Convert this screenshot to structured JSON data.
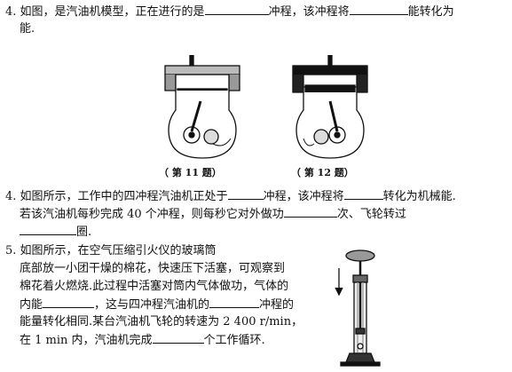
{
  "q4a": {
    "number": "4.",
    "line1_a": "如图，是汽油机模型，正在进行的是",
    "line1_b": "冲程，该冲程将",
    "line1_c": "能转化为",
    "line2": "能."
  },
  "figures": {
    "caption_left": "（ 第 11 题）",
    "caption_right": "（ 第 12 题）"
  },
  "q4b": {
    "number": "4.",
    "line1_a": "如图所示，工作中的四冲程汽油机正处于",
    "line1_b": "冲程，该冲程将",
    "line1_c": "转化为机械能.",
    "line2_a": "若该汽油机每秒完成 40 个冲程，则每秒它对外做功",
    "line2_b": "次、飞轮转过",
    "line3": "圈."
  },
  "q5": {
    "number": "5.",
    "line1": "如图所示，在空气压缩引火仪的玻璃筒",
    "line2": "底部放一小团干燥的棉花，快速压下活塞，可观察到",
    "line3": "棉花着火燃烧.此过程中活塞对筒内气体做功，气体的",
    "line4_a": "内能",
    "line4_b": "，这与四冲程汽油机的",
    "line4_c": "冲程的",
    "line5": "能量转化相同.某台汽油机飞轮的转速为 2 400 r/min，",
    "line6_a": "在 1 min 内，汽油机完成",
    "line6_b": "个工作循环."
  }
}
